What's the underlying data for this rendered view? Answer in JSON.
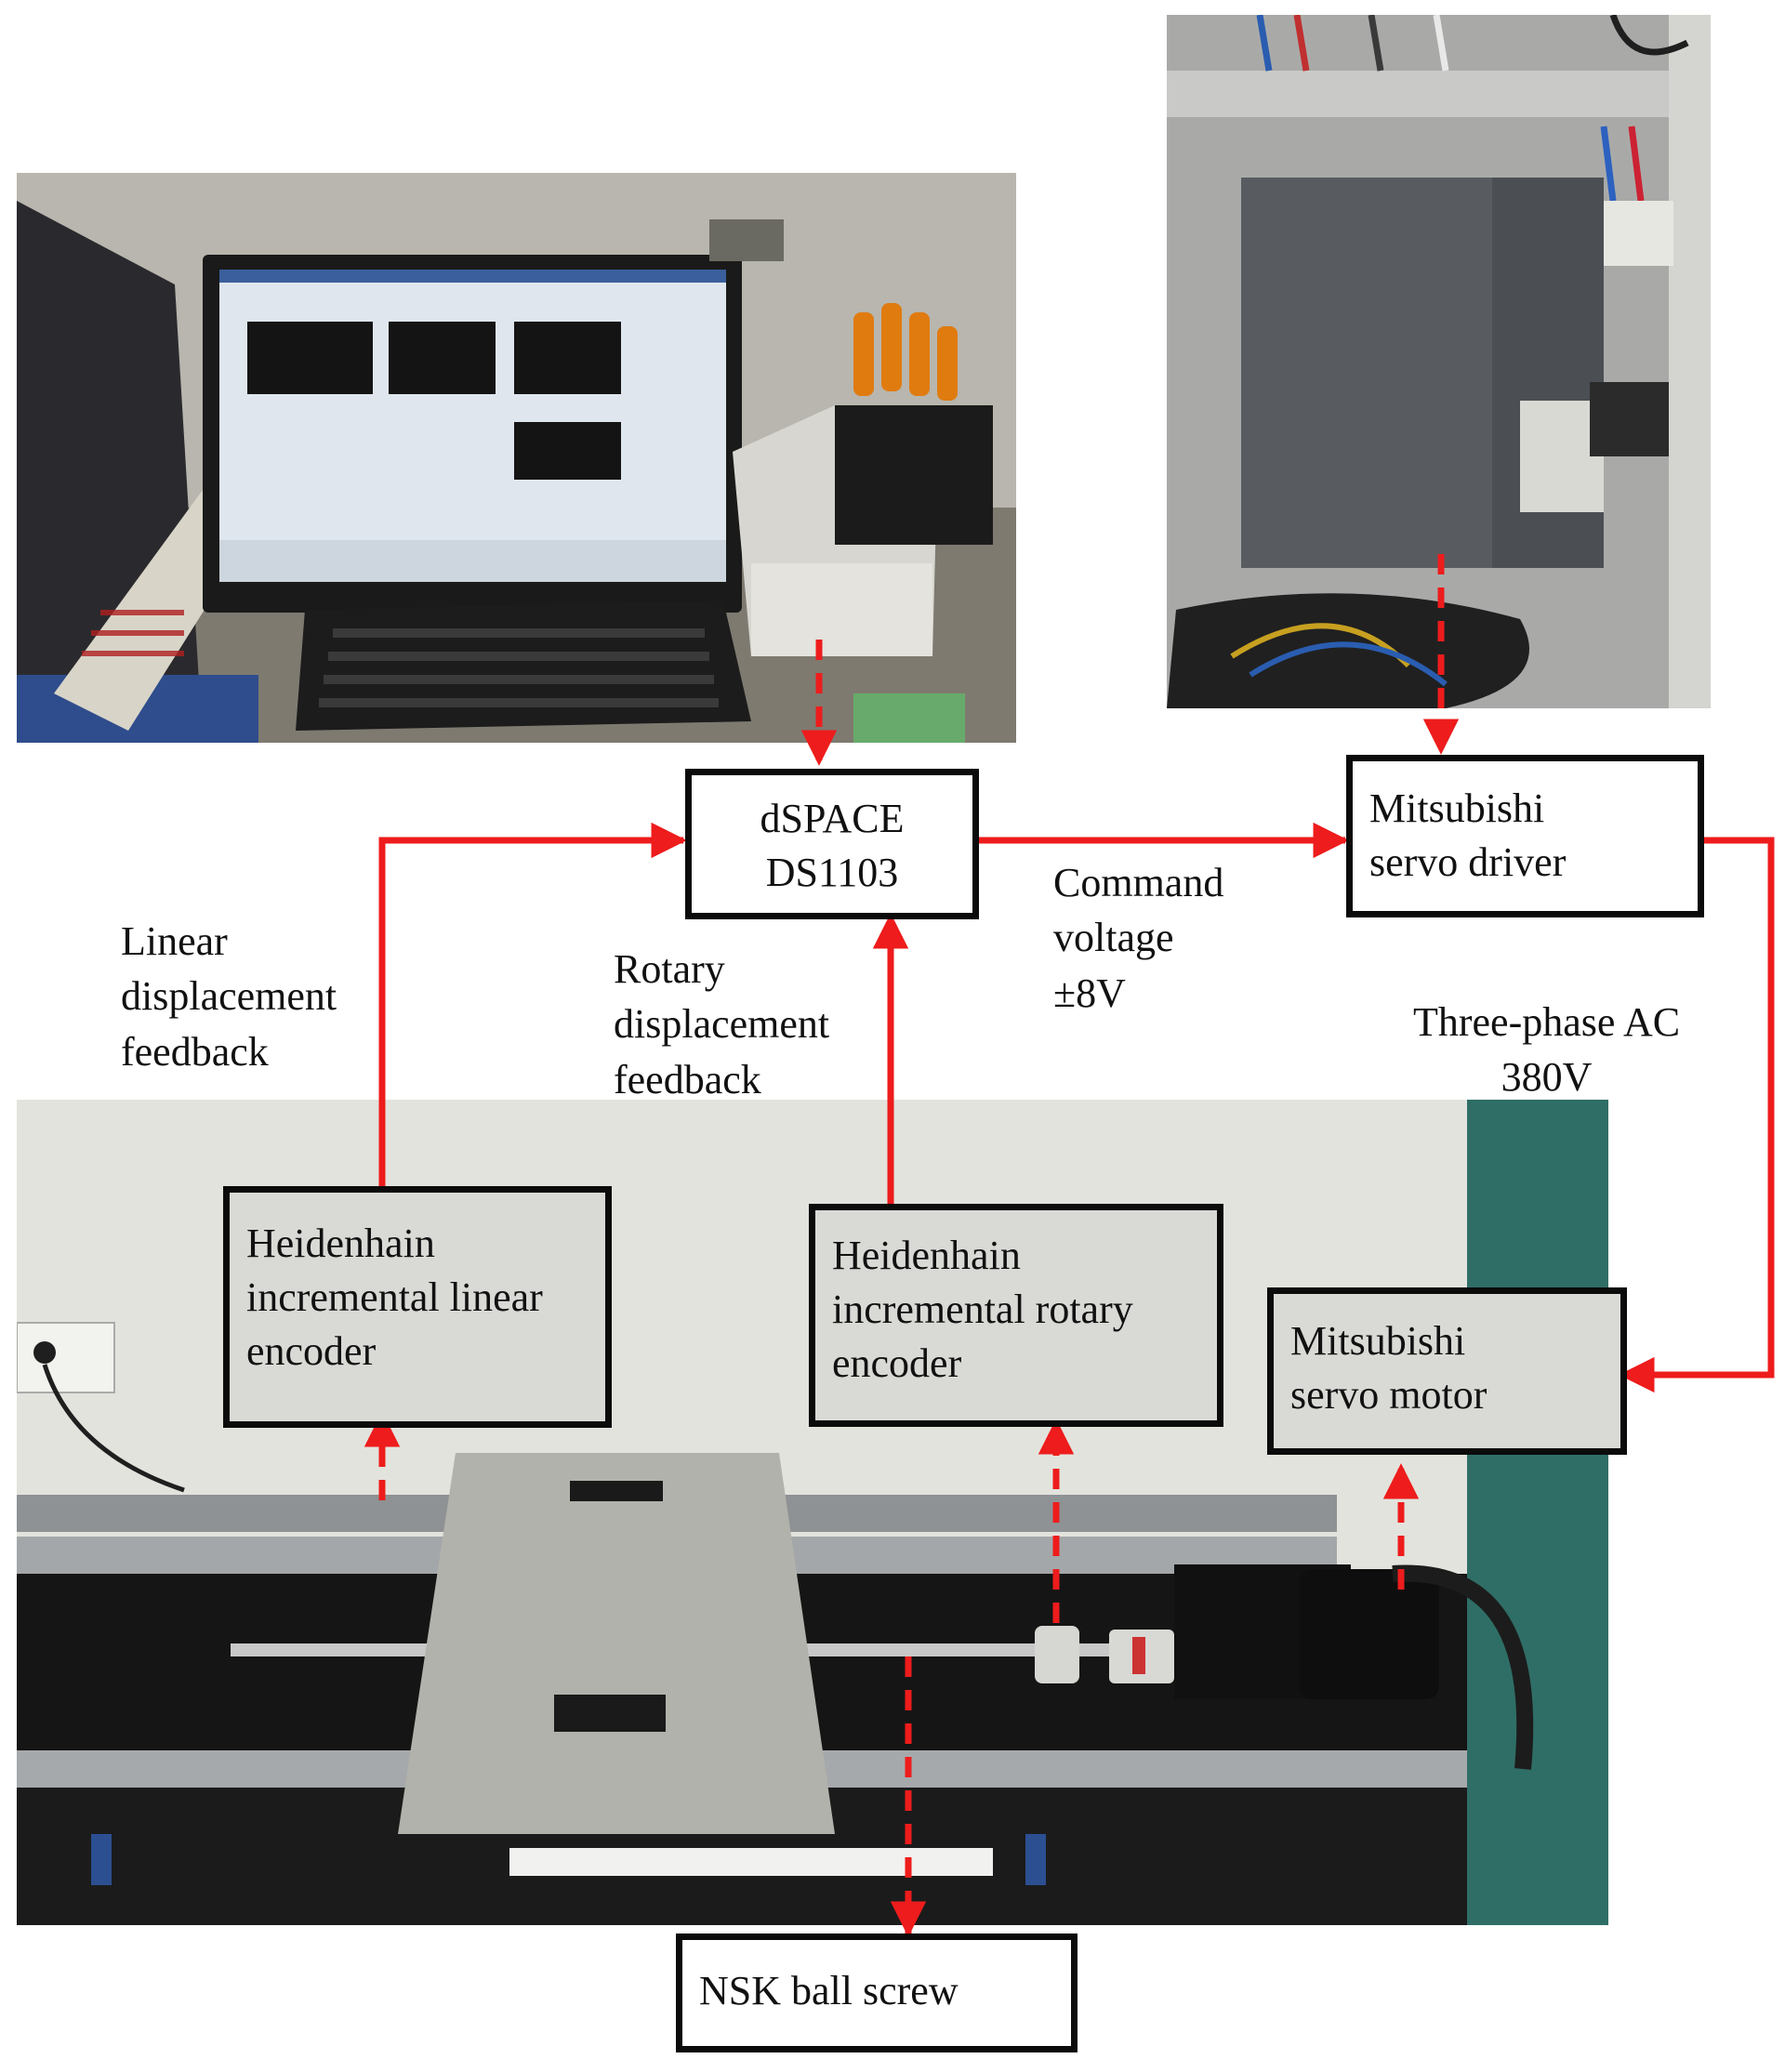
{
  "colors": {
    "arrow": "#ee1c1c",
    "box_border": "#0b0b0b",
    "background": "#ffffff"
  },
  "nodes": {
    "dspace": {
      "lines": [
        "dSPACE",
        "DS1103"
      ]
    },
    "servo_driver": {
      "lines": [
        "Mitsubishi",
        "servo driver"
      ]
    },
    "linear_encoder": {
      "lines": [
        "Heidenhain",
        "incremental linear",
        "encoder"
      ]
    },
    "rotary_encoder": {
      "lines": [
        "Heidenhain",
        "incremental rotary",
        "encoder"
      ]
    },
    "servo_motor": {
      "lines": [
        "Mitsubishi",
        "servo motor"
      ]
    },
    "ball_screw": {
      "lines": [
        "NSK ball screw"
      ]
    }
  },
  "edge_labels": {
    "linear_feedback": {
      "lines": [
        "Linear",
        "displacement",
        "feedback"
      ]
    },
    "rotary_feedback": {
      "lines": [
        "Rotary",
        "displacement",
        "feedback"
      ]
    },
    "command_voltage": {
      "lines": [
        "Command",
        "voltage",
        "±8V"
      ]
    },
    "three_phase": {
      "lines": [
        "Three-phase AC",
        "380V"
      ]
    }
  },
  "photos": {
    "workstation": {
      "icon": "pc-monitor-dspace-photo"
    },
    "cabinet": {
      "icon": "servo-driver-cabinet-photo"
    },
    "test_bench": {
      "icon": "ball-screw-test-bench-photo"
    }
  }
}
